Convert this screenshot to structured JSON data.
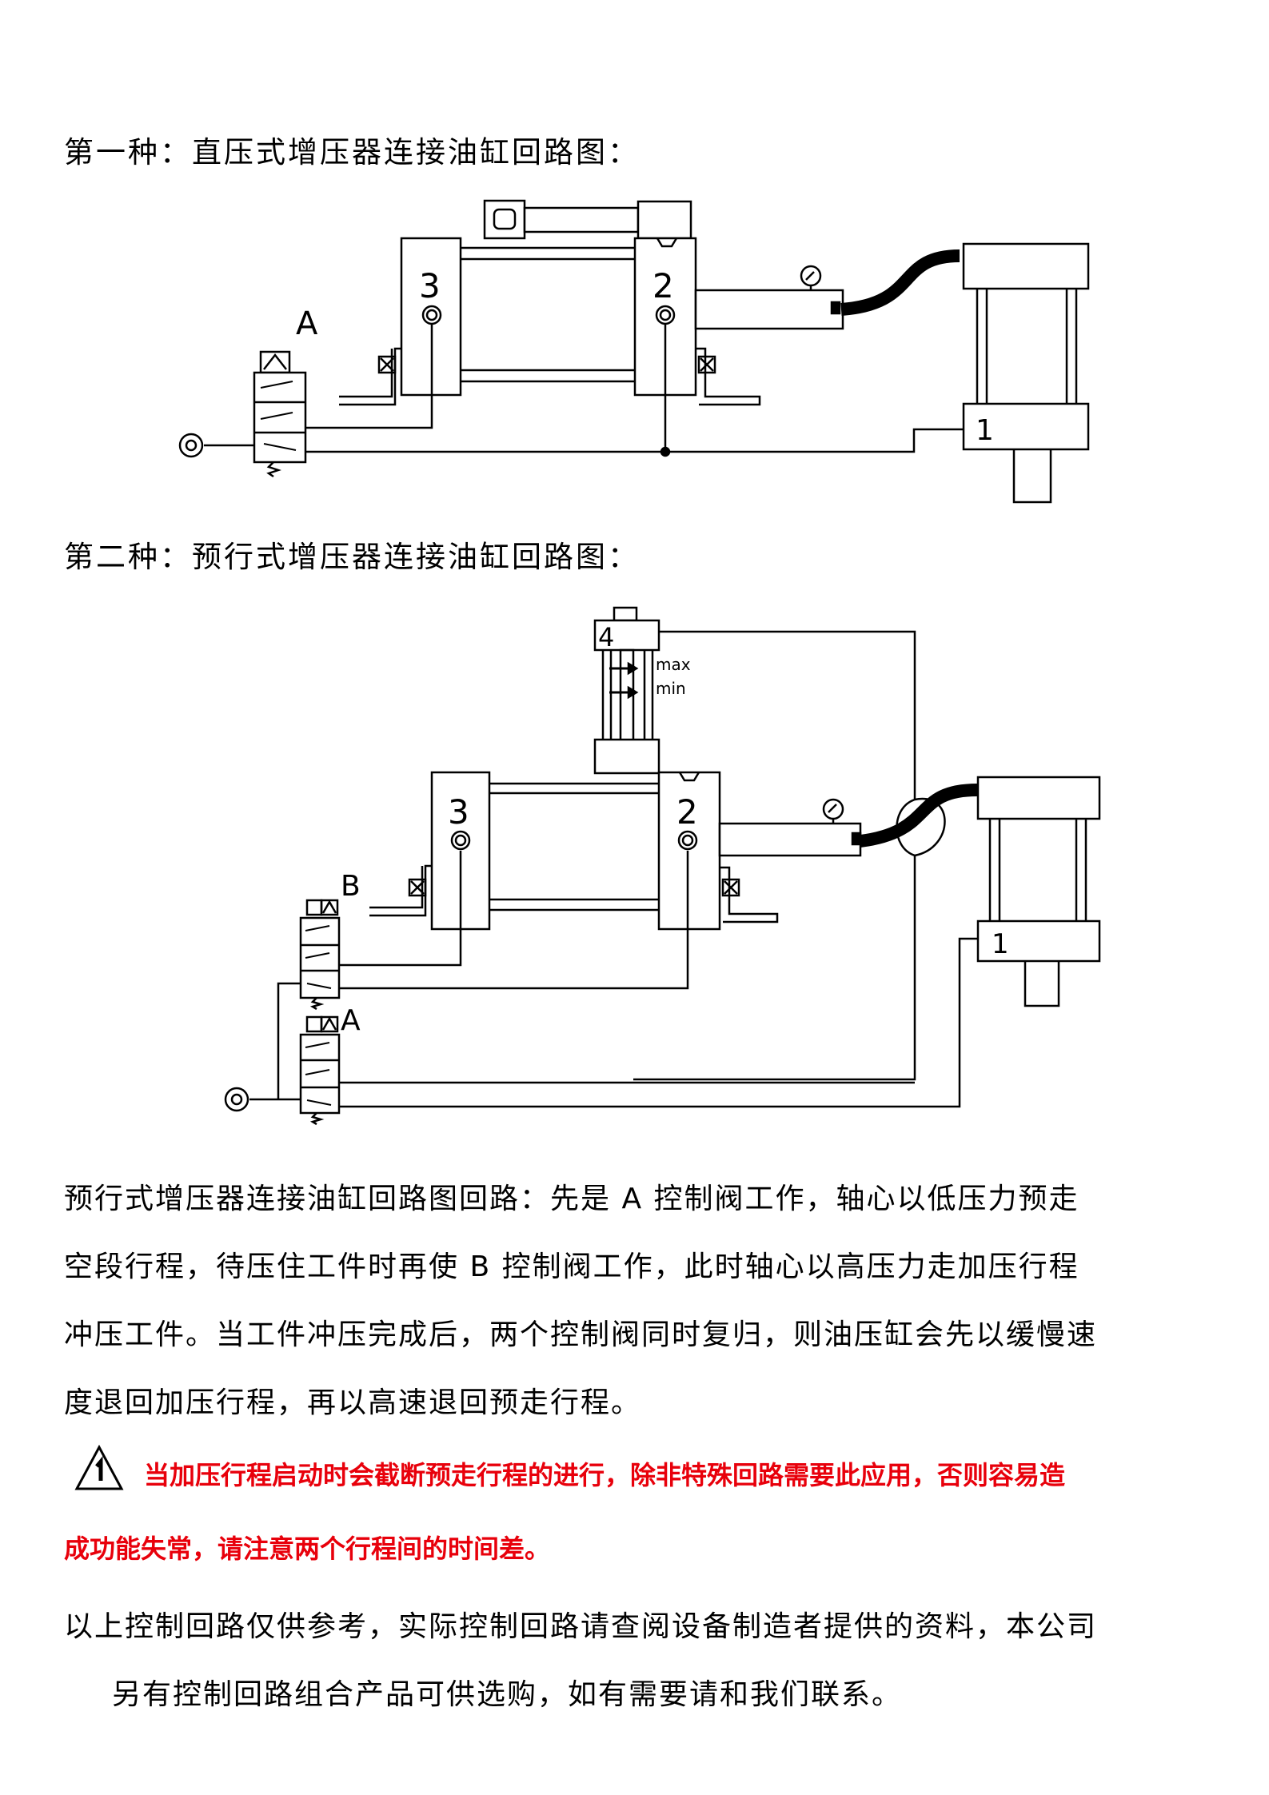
{
  "heading1": "第一种：直压式增压器连接油缸回路图：",
  "heading2": "第二种：预行式增压器连接油缸回路图：",
  "diagram1": {
    "label_booster_back": "3",
    "label_booster_front": "2",
    "label_cylinder": "1",
    "label_valve": "A"
  },
  "diagram2": {
    "label_booster_back": "3",
    "label_booster_front": "2",
    "label_cylinder": "1",
    "label_reservoir": "4",
    "label_max": "max",
    "label_min": "min",
    "label_valve_b": "B",
    "label_valve_a": "A"
  },
  "description": {
    "lines": [
      "预行式增压器连接油缸回路图回路：先是 A 控制阀工作，轴心以低压力预走",
      "空段行程，待压住工件时再使 B 控制阀工作，此时轴心以高压力走加压行程",
      "冲压工件。当工件冲压完成后，两个控制阀同时复归，则油压缸会先以缓慢速",
      "度退回加压行程，再以高速退回预走行程。"
    ]
  },
  "warning": {
    "icon": "warning-triangle-icon",
    "color": "#e8000b",
    "line1": "当加压行程启动时会截断预走行程的进行，除非特殊回路需要此应用，否则容易造",
    "line2": "成功能失常，请注意两个行程间的时间差。"
  },
  "footer": {
    "line1": "以上控制回路仅供参考，实际控制回路请查阅设备制造者提供的资料，本公司",
    "line2": "另有控制回路组合产品可供选购，如有需要请和我们联系。"
  }
}
